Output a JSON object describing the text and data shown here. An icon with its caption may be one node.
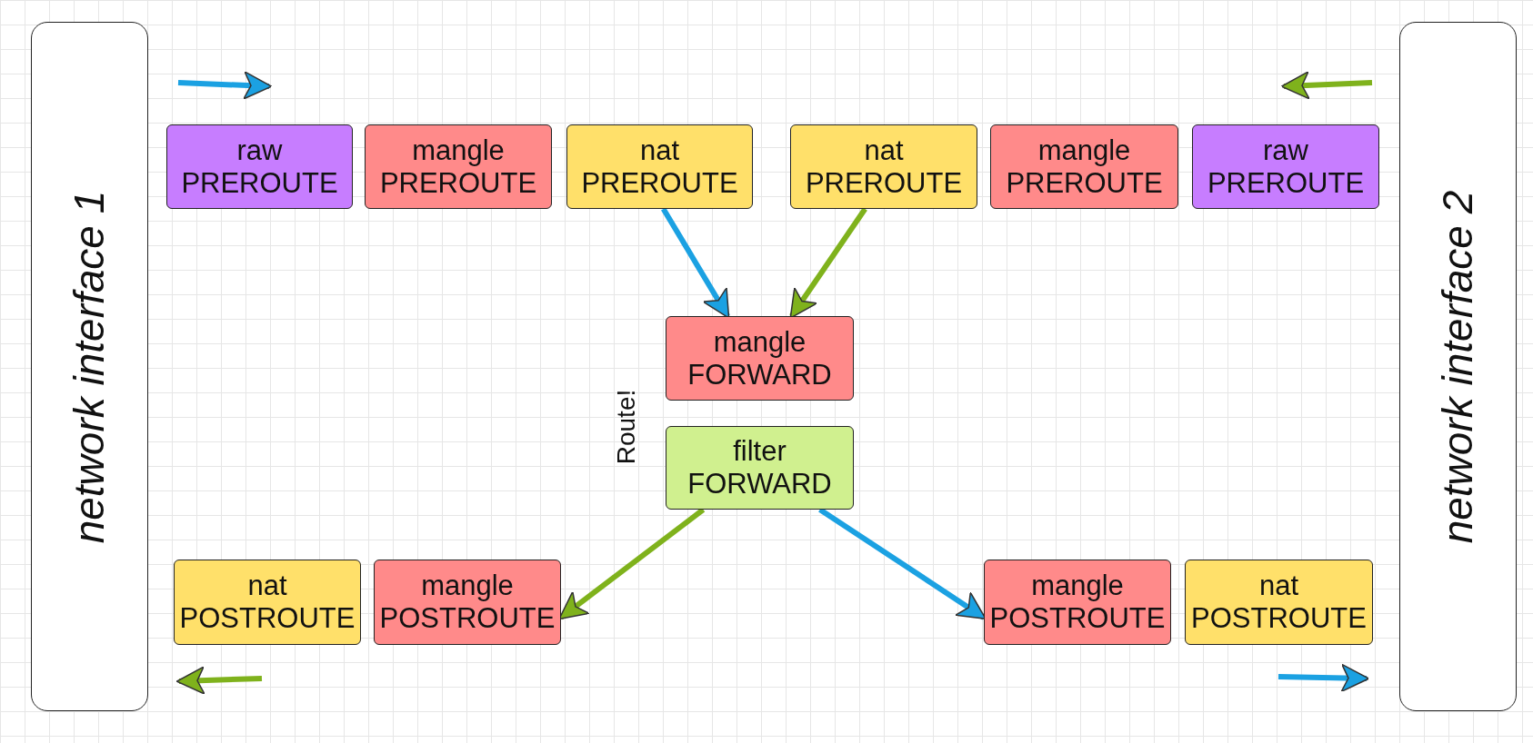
{
  "diagram": {
    "nodes": [
      {
        "text": [
          "network interface 1"
        ]
      },
      {
        "text": [
          "raw",
          "PREROUTE"
        ]
      },
      {
        "text": [
          "mangle",
          "PREROUTE"
        ]
      },
      {
        "text": [
          "nat",
          "PREROUTE"
        ]
      },
      {
        "text": [
          "nat",
          "PREROUTE"
        ]
      },
      {
        "text": [
          "mangle",
          "PREROUTE"
        ]
      },
      {
        "text": [
          "raw",
          "PREROUTE"
        ]
      },
      {
        "text": [
          "network interface 2"
        ]
      },
      {
        "text": [
          "mangle",
          "FORWARD"
        ]
      },
      {
        "text": [
          "filter",
          "FORWARD"
        ]
      },
      {
        "text": [
          "nat",
          "POSTROUTE"
        ]
      },
      {
        "text": [
          "mangle",
          "POSTROUTE"
        ]
      },
      {
        "text": [
          "mangle",
          "POSTROUTE"
        ]
      },
      {
        "text": [
          "nat",
          "POSTROUTE"
        ]
      }
    ],
    "edges": [
      {
        "from": 3,
        "to": 8,
        "arrow": "to",
        "color": "#1ba1e2"
      },
      {
        "from": 4,
        "to": 8,
        "arrow": "to",
        "color": "#7fb21c"
      },
      {
        "from": 9,
        "to": 11,
        "arrow": "to",
        "color": "#7fb21c"
      },
      {
        "from": 9,
        "to": 12,
        "arrow": "to",
        "color": "#1ba1e2"
      }
    ],
    "labels": [
      "Route!"
    ]
  }
}
